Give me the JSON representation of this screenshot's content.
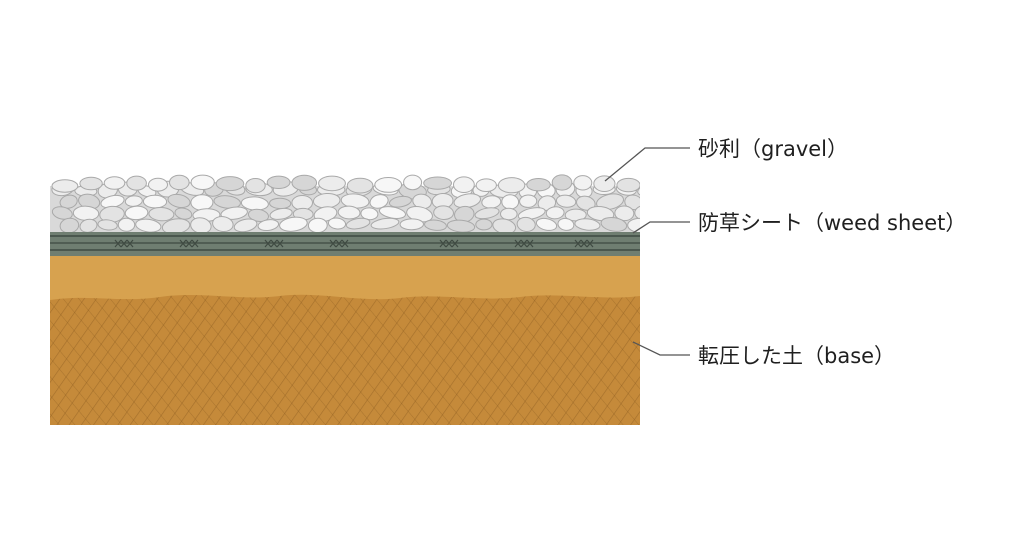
{
  "layers": {
    "gravel": {
      "label": "砂利（gravel）",
      "color": "#d9d9d9",
      "stone_fill": "#e8e8e8",
      "stone_stroke": "#a9a9a9"
    },
    "weed_sheet": {
      "label": "防草シート（weed sheet）",
      "color": "#6f7e71",
      "line_color": "#3f4a42"
    },
    "base": {
      "label": "転圧した土（base）",
      "color": "#c98e3e",
      "top_color": "#d7a24f",
      "hatch_color": "#8a5a1f"
    }
  },
  "leader_color": "#555555"
}
